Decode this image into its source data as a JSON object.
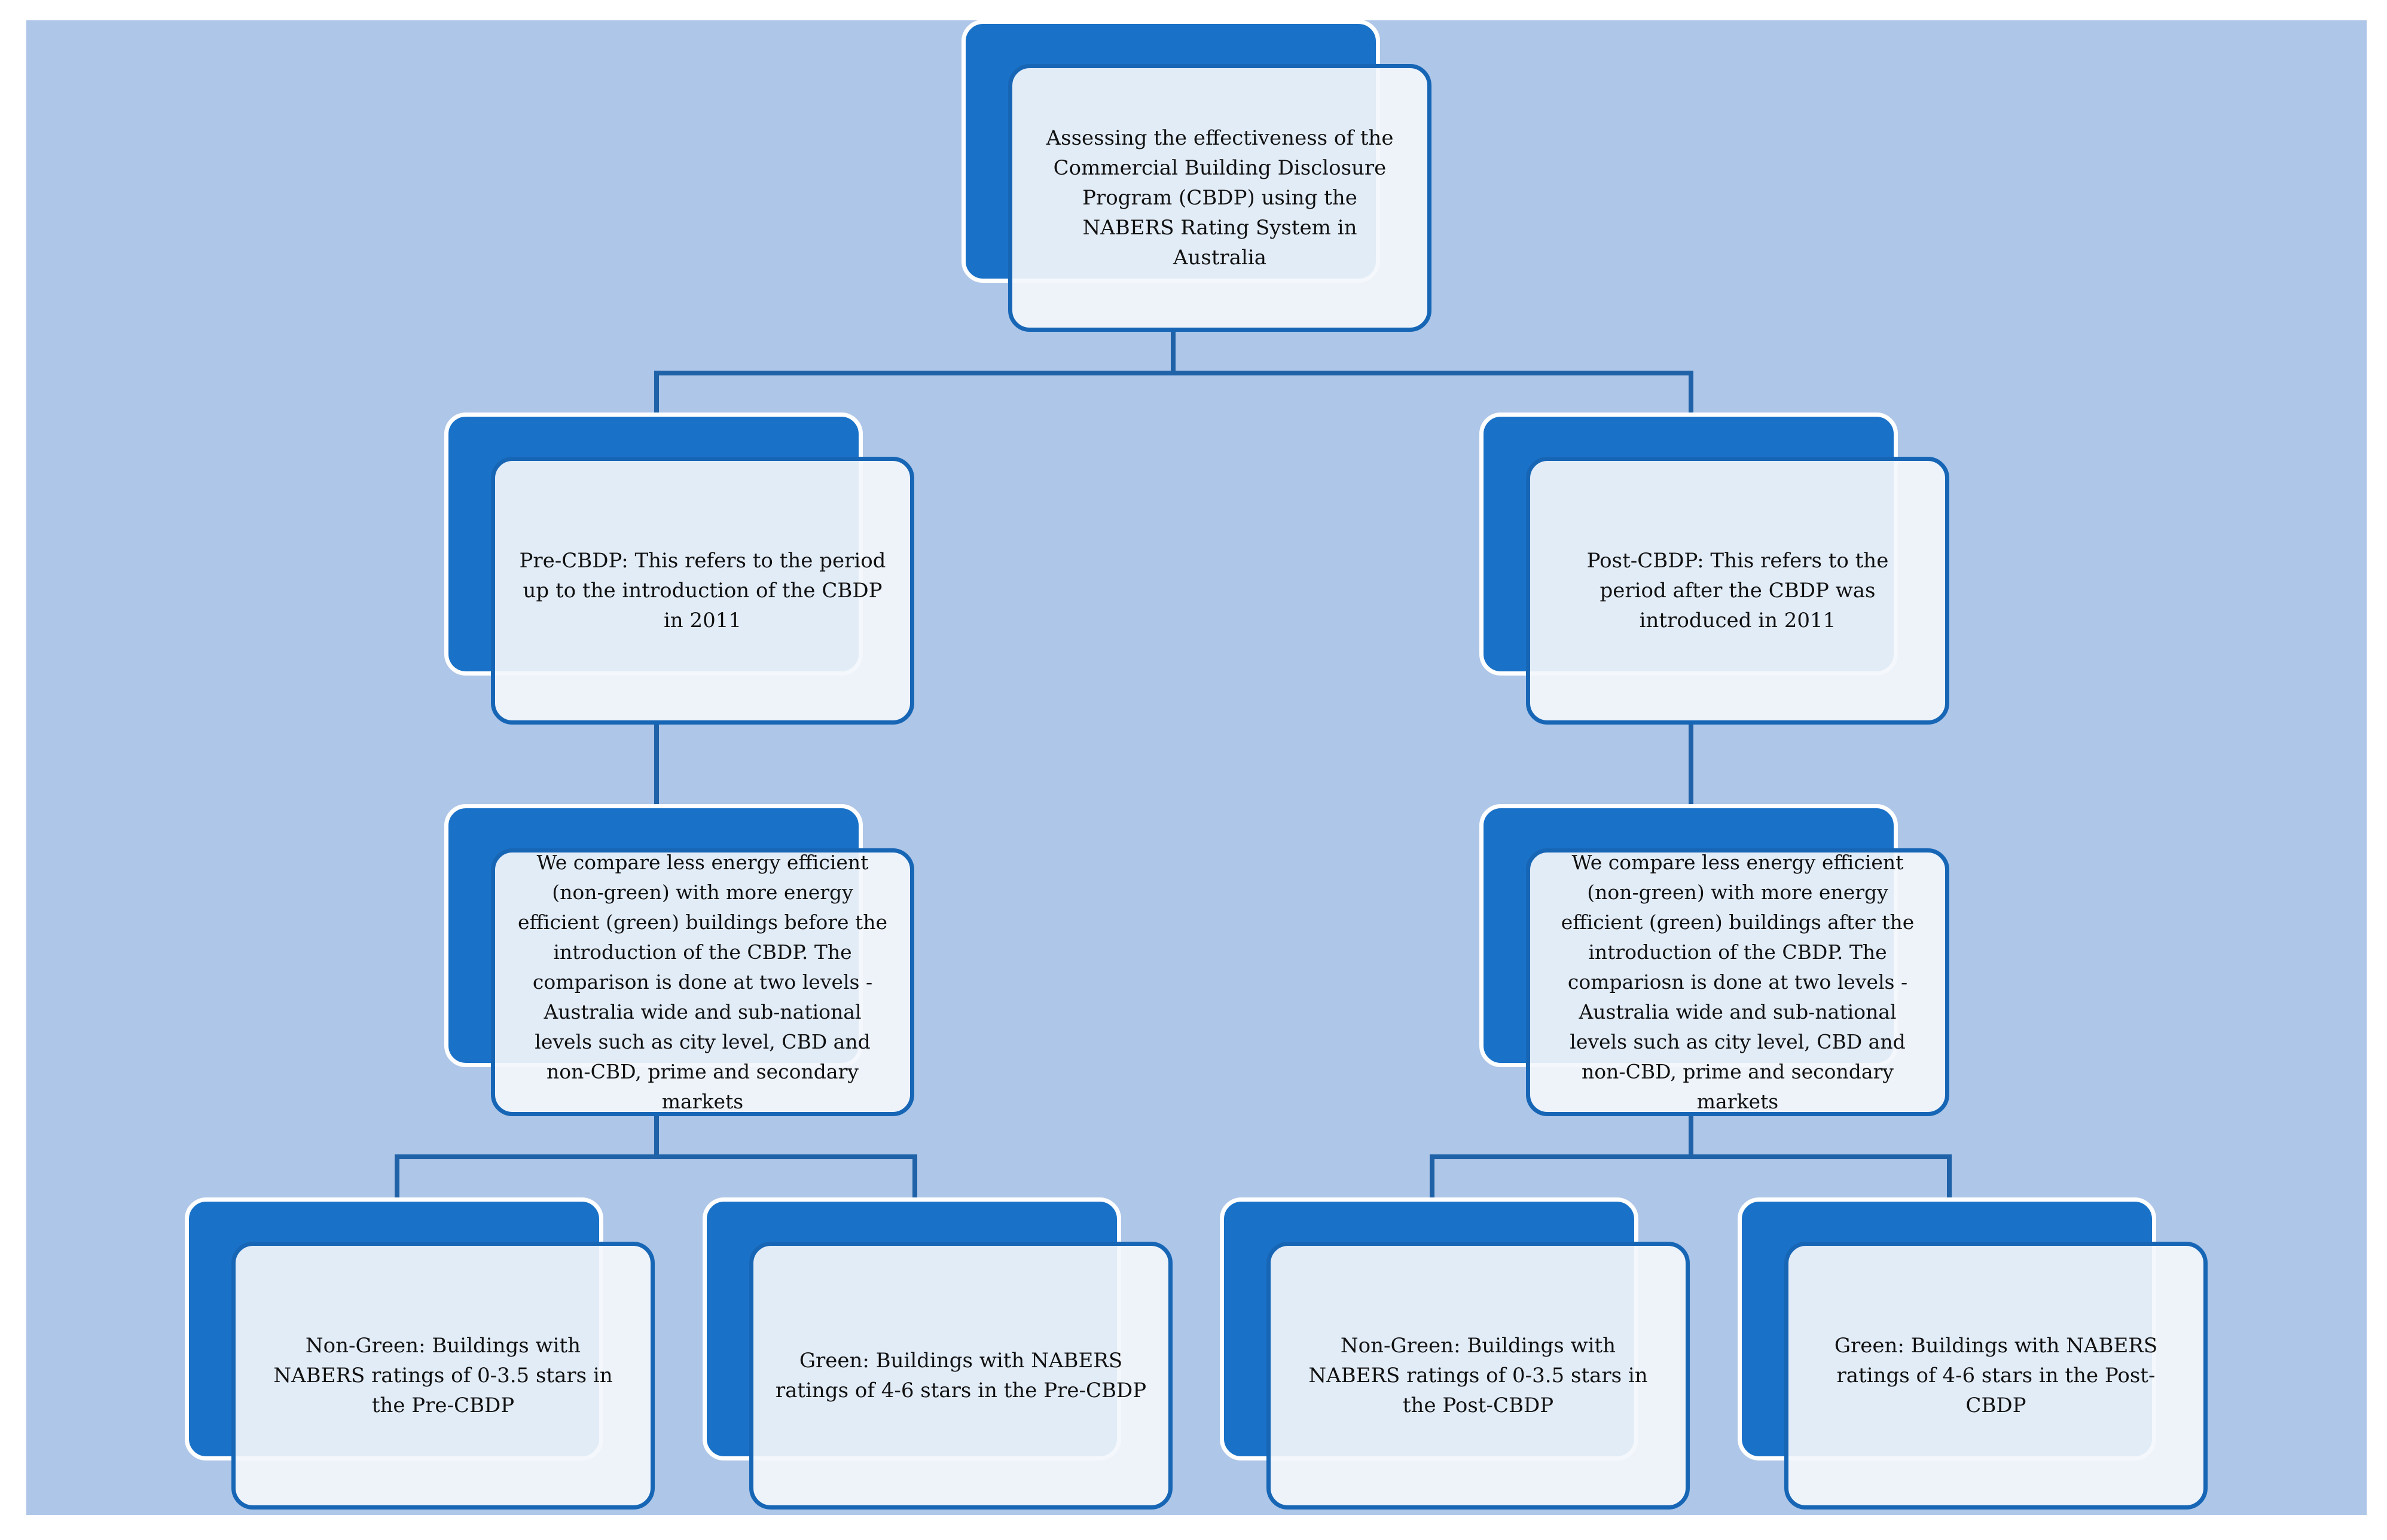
{
  "diagram": {
    "root": {
      "text": "Assessing the effectiveness of the Commercial Building Disclosure Program (CBDP) using the NABERS Rating System in Australia"
    },
    "pre_period": {
      "text": "Pre-CBDP: This refers to the period up to the introduction of the CBDP in 2011"
    },
    "post_period": {
      "text": "Post-CBDP: This refers to the period after the CBDP was introduced in 2011"
    },
    "pre_comparison": {
      "text": "We compare less energy efficient (non-green) with more energy efficient (green) buildings before the introduction of the CBDP. The comparison is done at two levels - Australia wide and sub-national levels such as city level, CBD and non-CBD, prime and secondary markets"
    },
    "post_comparison": {
      "text": "We compare less energy efficient (non-green) with more energy efficient (green) buildings after the introduction of the CBDP. The compariosn is done at two levels - Australia wide and sub-national levels such as city level, CBD and non-CBD, prime and secondary markets"
    },
    "pre_non_green": {
      "text": "Non-Green: Buildings with NABERS ratings of 0-3.5 stars in the Pre-CBDP"
    },
    "pre_green": {
      "text": "Green: Buildings with NABERS ratings of 4-6 stars in the Pre-CBDP"
    },
    "post_non_green": {
      "text": "Non-Green: Buildings with NABERS ratings of 0-3.5 stars in the Post-CBDP"
    },
    "post_green": {
      "text": "Green: Buildings with NABERS ratings of 4-6 stars in the Post-CBDP"
    }
  },
  "colors": {
    "background": "#aec6e8",
    "box_back": "#1a72c8",
    "box_border": "#1766b6",
    "box_front": "#f3f6fb",
    "connector": "#1f62a8",
    "text": "#111111"
  }
}
